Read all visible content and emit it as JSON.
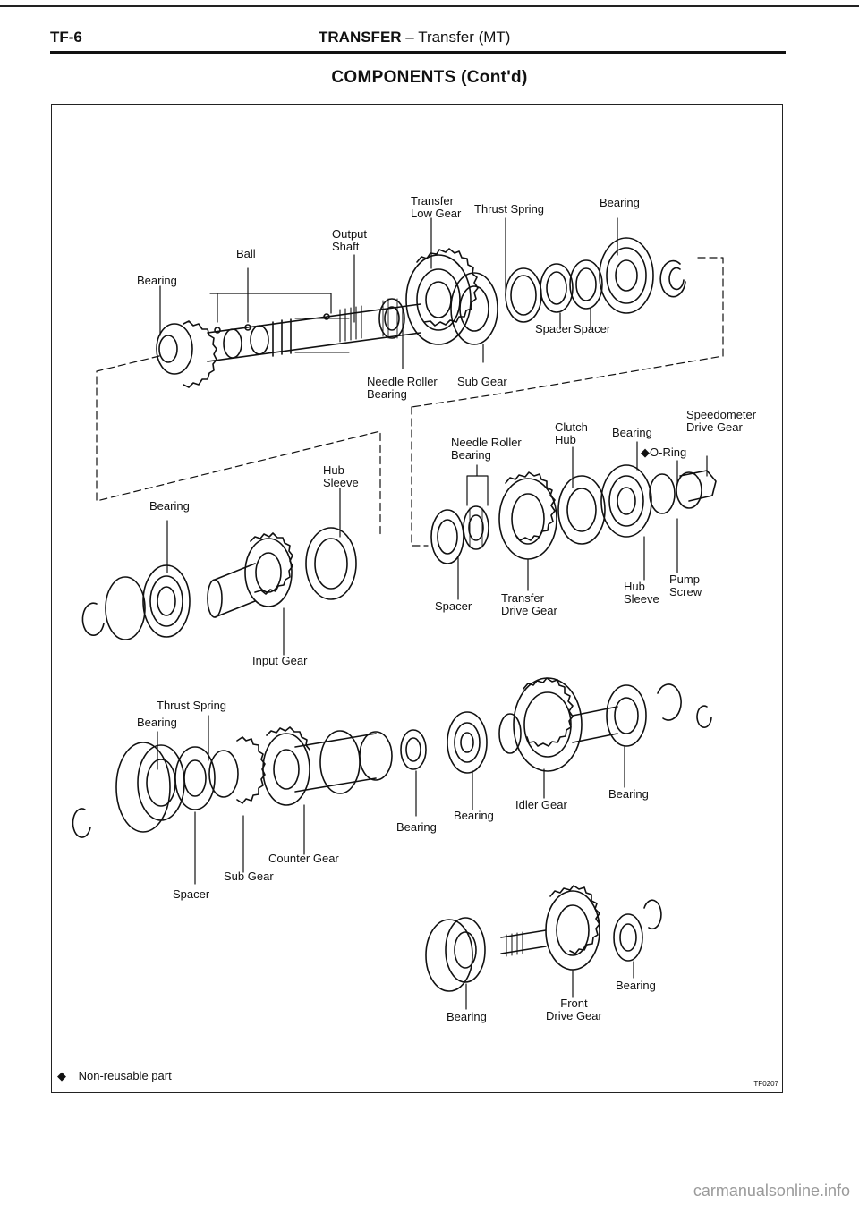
{
  "header": {
    "page_code": "TF-6",
    "chapter": "TRANSFER",
    "dash": "–",
    "subchapter": "Transfer (MT)"
  },
  "section_title": "COMPONENTS (Cont'd)",
  "labels": {
    "transfer_low_gear": "Transfer\nLow Gear",
    "thrust_spring_top": "Thrust Spring",
    "bearing_top_right": "Bearing",
    "output_shaft": "Output\nShaft",
    "ball": "Ball",
    "bearing_top_left": "Bearing",
    "spacer_a": "Spacer",
    "spacer_b": "Spacer",
    "needle_roller_bearing_top": "Needle Roller\nBearing",
    "sub_gear_top": "Sub Gear",
    "speedometer_drive_gear": "Speedometer\nDrive Gear",
    "clutch_hub": "Clutch\nHub",
    "bearing_mid_right": "Bearing",
    "o_ring": "O-Ring",
    "needle_roller_bearing_mid": "Needle Roller\nBearing",
    "hub_sleeve_left": "Hub\nSleeve",
    "bearing_mid_left": "Bearing",
    "pump_screw": "Pump\nScrew",
    "hub_sleeve_right": "Hub\nSleeve",
    "transfer_drive_gear": "Transfer\nDrive Gear",
    "spacer_mid": "Spacer",
    "input_gear": "Input Gear",
    "thrust_spring_bottom": "Thrust Spring",
    "bearing_low_left": "Bearing",
    "bearing_low_right": "Bearing",
    "idler_gear": "Idler Gear",
    "bearing_low_c2": "Bearing",
    "bearing_low_c1": "Bearing",
    "counter_gear": "Counter Gear",
    "sub_gear_bottom": "Sub Gear",
    "spacer_bottom": "Spacer",
    "bearing_front_right": "Bearing",
    "front_drive_gear": "Front\nDrive Gear",
    "bearing_front_left": "Bearing"
  },
  "legend": {
    "symbol": "◆",
    "text": "Non-reusable part"
  },
  "figure_code": "TF0207",
  "watermark": "carmanualsonline.info",
  "colors": {
    "ink": "#111111",
    "frame": "#222222",
    "watermark": "#9a9a9a"
  }
}
